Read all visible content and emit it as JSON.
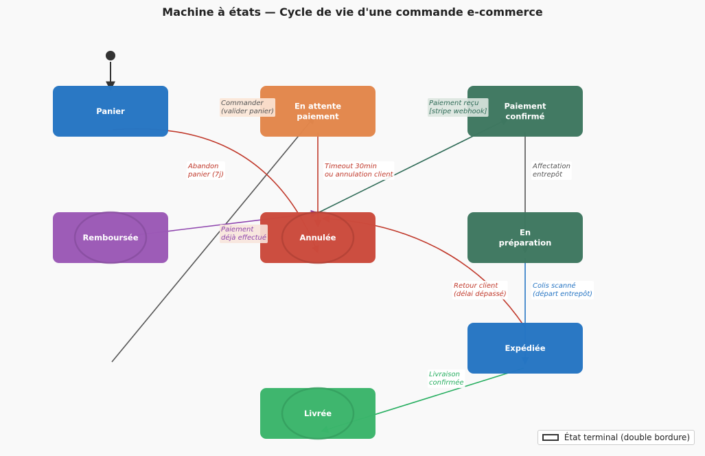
{
  "title": "Machine à états — Cycle de vie d'une commande e-commerce",
  "states": [
    {
      "id": "panier",
      "label": [
        "Panier"
      ],
      "color": "#2675c3",
      "terminal": false
    },
    {
      "id": "attente",
      "label": [
        "En attente",
        "paiement"
      ],
      "color": "#e2874b",
      "terminal": false
    },
    {
      "id": "confirme",
      "label": [
        "Paiement",
        "confirmé"
      ],
      "color": "#3e7760",
      "terminal": false
    },
    {
      "id": "rembourse",
      "label": [
        "Remboursée"
      ],
      "color": "#9b59b6",
      "terminal": true
    },
    {
      "id": "annulee",
      "label": [
        "Annulée"
      ],
      "color": "#cb4a3c",
      "terminal": true
    },
    {
      "id": "preparation",
      "label": [
        "En",
        "préparation"
      ],
      "color": "#3e7760",
      "terminal": false
    },
    {
      "id": "expediee",
      "label": [
        "Expédiée"
      ],
      "color": "#2675c3",
      "terminal": false
    },
    {
      "id": "livree",
      "label": [
        "Livrée"
      ],
      "color": "#3bb56b",
      "terminal": true
    }
  ],
  "transitions": [
    {
      "id": "commander",
      "label": [
        "Commander",
        "(valider panier)"
      ],
      "color": "#555555"
    },
    {
      "id": "paiement-recu",
      "label": [
        "Paiement reçu",
        "[stripe webhook]"
      ],
      "color": "#2f6b57"
    },
    {
      "id": "abandon",
      "label": [
        "Abandon",
        "panier (7j)"
      ],
      "color": "#c0392b"
    },
    {
      "id": "timeout",
      "label": [
        "Timeout 30min",
        "ou annulation client"
      ],
      "color": "#c0392b"
    },
    {
      "id": "affectation",
      "label": [
        "Affectation",
        "entrepôt"
      ],
      "color": "#555555"
    },
    {
      "id": "paiement-effectue",
      "label": [
        "Paiement",
        "déjà effectué"
      ],
      "color": "#8e44ad"
    },
    {
      "id": "retour",
      "label": [
        "Retour client",
        "(délai dépassé)"
      ],
      "color": "#c0392b"
    },
    {
      "id": "colis",
      "label": [
        "Colis scanné",
        "(départ entrepôt)"
      ],
      "color": "#2675c3"
    },
    {
      "id": "livraison",
      "label": [
        "Livraison",
        "confirmée"
      ],
      "color": "#27ae60"
    }
  ],
  "legend": {
    "label": "État terminal (double bordure)"
  }
}
